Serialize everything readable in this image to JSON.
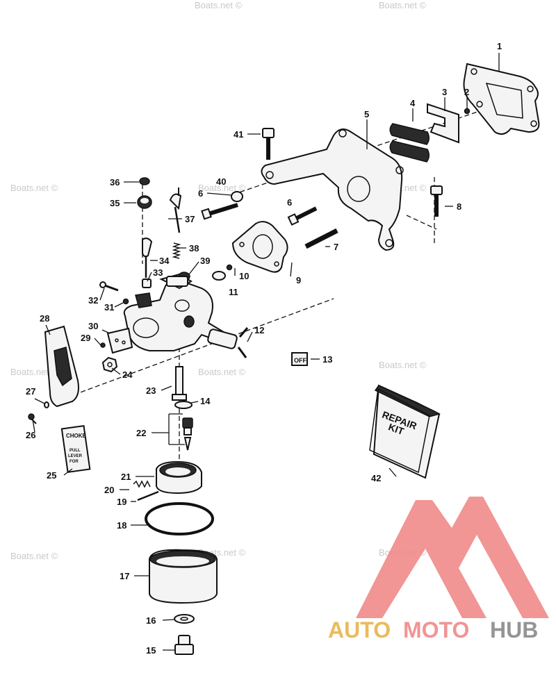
{
  "watermark": "Boats.net ©",
  "labels": {
    "repair_kit_line1": "REPAIR",
    "repair_kit_line2": "KIT",
    "off_decal": "OFF",
    "choke_decal_title": "CHOKE",
    "choke_decal_line1": "PULL",
    "choke_decal_line2": "LEVER",
    "choke_decal_line3": "FOR"
  },
  "brand": {
    "part1": "AUTO",
    "part2": "MOTO",
    "part3": "HUB",
    "colors": {
      "accent": "#f08080",
      "gold": "#e8b44a",
      "gray": "#8a8a8a"
    }
  },
  "callouts": [
    "1",
    "2",
    "3",
    "4",
    "5",
    "6",
    "6",
    "7",
    "8",
    "9",
    "10",
    "11",
    "12",
    "13",
    "14",
    "15",
    "16",
    "17",
    "18",
    "19",
    "20",
    "21",
    "22",
    "23",
    "24",
    "25",
    "26",
    "27",
    "28",
    "29",
    "30",
    "31",
    "32",
    "33",
    "34",
    "35",
    "36",
    "37",
    "38",
    "39",
    "40",
    "41",
    "42"
  ]
}
